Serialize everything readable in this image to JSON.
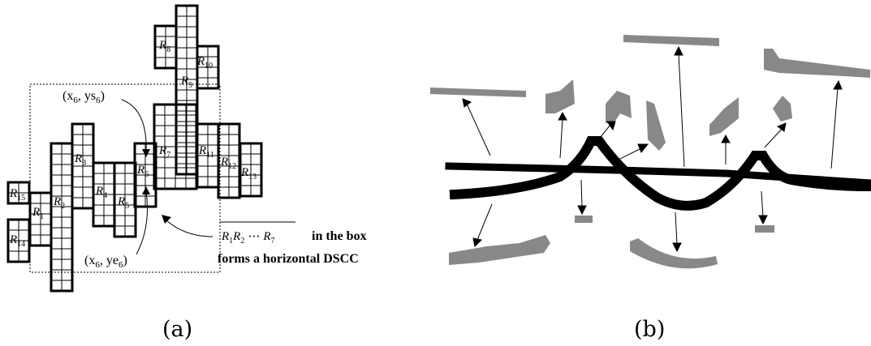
{
  "panel_a": {
    "caption": "(a)",
    "runs": [
      {
        "name": "R15",
        "base": "R",
        "sub": "15"
      },
      {
        "name": "R1",
        "base": "R",
        "sub": "1"
      },
      {
        "name": "R14",
        "base": "R",
        "sub": "14"
      },
      {
        "name": "R2",
        "base": "R",
        "sub": "2"
      },
      {
        "name": "R3",
        "base": "R",
        "sub": "3"
      },
      {
        "name": "R4",
        "base": "R",
        "sub": "4"
      },
      {
        "name": "R5",
        "base": "R",
        "sub": "5"
      },
      {
        "name": "R6",
        "base": "R",
        "sub": "6"
      },
      {
        "name": "R7",
        "base": "R",
        "sub": "7"
      },
      {
        "name": "R8",
        "base": "R",
        "sub": "8"
      },
      {
        "name": "R9",
        "base": "R",
        "sub": "9"
      },
      {
        "name": "R10",
        "base": "R",
        "sub": "10"
      },
      {
        "name": "R11",
        "base": "R",
        "sub": "11"
      },
      {
        "name": "R12",
        "base": "R",
        "sub": "12"
      },
      {
        "name": "R13",
        "base": "R",
        "sub": "13"
      }
    ],
    "top_point_label": {
      "open": "(x",
      "s1": "6",
      "mid": ", ys",
      "s2": "6",
      "close": ")"
    },
    "bottom_point_label": {
      "open": "(x",
      "s1": "6",
      "mid": ", ye",
      "s2": "6",
      "close": ")"
    },
    "sequence_label": {
      "r1": "R",
      "s1": "1",
      "r2": "R",
      "s2": "2",
      "dots": "⋯",
      "r3": "R",
      "s3": "7"
    },
    "note_line1": "in the box",
    "note_line2": "forms a horizontal DSCC"
  },
  "panel_b": {
    "caption": "(b)"
  },
  "colors": {
    "ink": "#000000",
    "gray": "#888888"
  }
}
